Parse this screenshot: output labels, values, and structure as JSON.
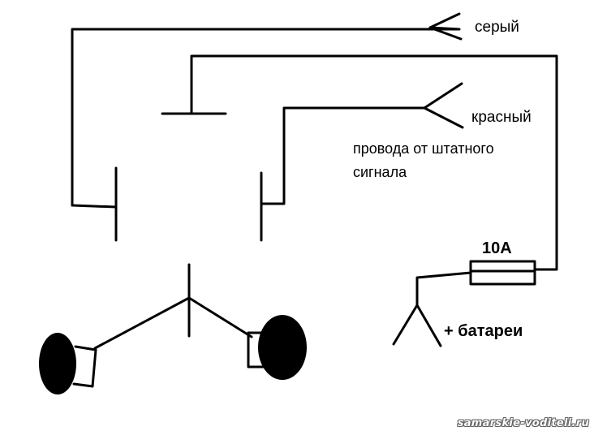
{
  "labels": {
    "gray_wire": "серый",
    "red_wire": "красный",
    "source_line1": "провода от штатного",
    "source_line2": "сигнала",
    "fuse": "10А",
    "battery": "+ батареи"
  },
  "watermark": "samarskie-voditeli.ru",
  "colors": {
    "ink": "#000000",
    "background": "#ffffff"
  }
}
